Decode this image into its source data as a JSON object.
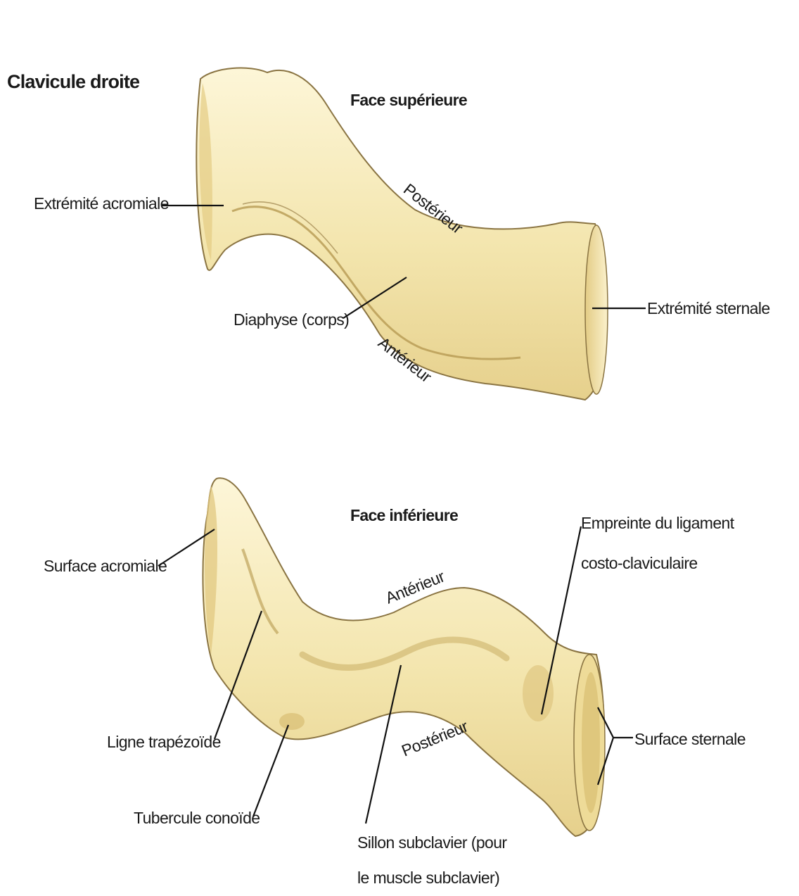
{
  "title": "Clavicule droite",
  "superior_view": {
    "heading": "Face supérieure",
    "labels": {
      "acromial_end": "Extrémité acromiale",
      "posterior": "Postérieur",
      "shaft": "Diaphyse (corps)",
      "anterior": "Antérieur",
      "sternal_end": "Extrémité sternale"
    }
  },
  "inferior_view": {
    "heading": "Face inférieure",
    "labels": {
      "acromial_surface": "Surface acromiale",
      "anterior": "Antérieur",
      "costoclavicular_line1": "Empreinte du ligament",
      "costoclavicular_line2": "costo-claviculaire",
      "trapezoid_line": "Ligne trapézoïde",
      "posterior": "Postérieur",
      "sternal_surface": "Surface sternale",
      "conoid_tubercle": "Tubercule conoïde",
      "subclavian_groove_line1": "Sillon subclavier (pour",
      "subclavian_groove_line2": "le muscle subclavier)"
    }
  },
  "colors": {
    "bone_light": "#fbf3cf",
    "bone_mid": "#f1e2a6",
    "bone_shadow": "#d9c07a",
    "outline": "#8a7442",
    "leader": "#111111"
  }
}
